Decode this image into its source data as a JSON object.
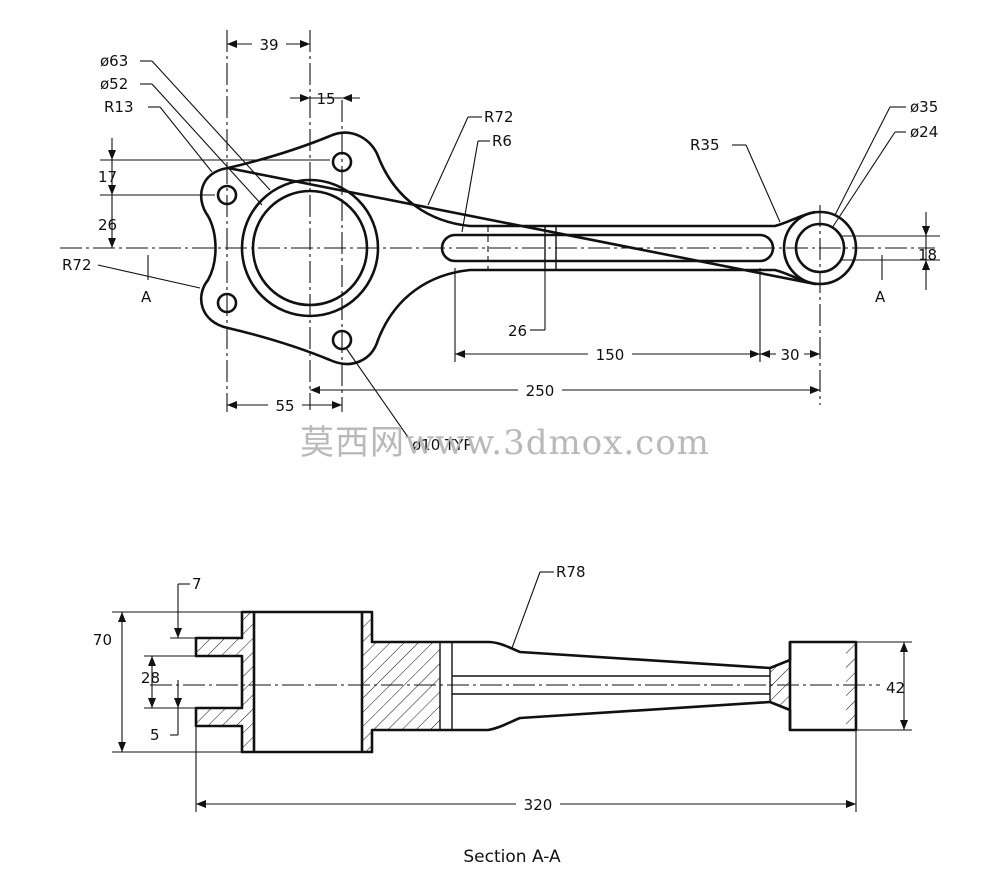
{
  "drawing": {
    "top_view": {
      "callouts": {
        "d63": "ø63",
        "d52": "ø52",
        "r13": "R13",
        "r72_top": "R72",
        "r6": "R6",
        "r35": "R35",
        "d35": "ø35",
        "d24": "ø24",
        "r72_left": "R72",
        "d10_typ": "ø10 TYP"
      },
      "dimensions": {
        "d39": "39",
        "d15": "15",
        "d17": "17",
        "d26_left": "26",
        "d26_rib": "26",
        "d150": "150",
        "d30": "30",
        "d250": "250",
        "d55": "55",
        "d18": "18"
      },
      "section_marks": {
        "left": "A",
        "right": "A"
      }
    },
    "section_view": {
      "callouts": {
        "r78": "R78"
      },
      "dimensions": {
        "d7": "7",
        "d70": "70",
        "d28": "28",
        "d5": "5",
        "d42": "42",
        "d320": "320"
      },
      "caption": "Section A-A"
    },
    "watermark": "莫西网www.3dmox.com"
  }
}
